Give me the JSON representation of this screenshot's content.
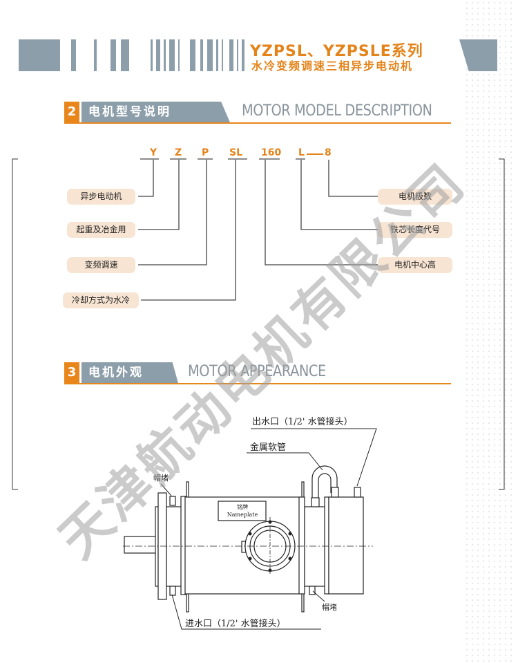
{
  "header": {
    "title_line1": "YZPSL、YZPSLE系列",
    "title_line2": "水冷变频调速三相异步电动机"
  },
  "section2": {
    "number": "2",
    "title_cn": "电机型号说明",
    "title_en": "MOTOR MODEL DESCRIPTION",
    "codes": [
      "Y",
      "Z",
      "P",
      "SL",
      "160",
      "L",
      "8"
    ],
    "left_labels": [
      "异步电动机",
      "起重及冶金用",
      "变频调速",
      "冷却方式为水冷"
    ],
    "right_labels": [
      "电机极数",
      "铁芯长度代号",
      "电机中心高"
    ]
  },
  "section3": {
    "number": "3",
    "title_cn": "电机外观",
    "title_en": "MOTOR APPEARANCE",
    "labels": {
      "outlet": "出水口（1/2' 水管接头）",
      "hose": "金属软管",
      "plug_left": "帽堵",
      "plug_right": "帽堵",
      "inlet": "进水口（1/2' 水管接头）",
      "nameplate_cn": "铭牌",
      "nameplate_en": "Nameplate"
    }
  },
  "watermark": "天津航动电机有限公司",
  "colors": {
    "accent": "#e8861c",
    "gray": "#8d9eab",
    "pill": "#f7e4d2"
  }
}
